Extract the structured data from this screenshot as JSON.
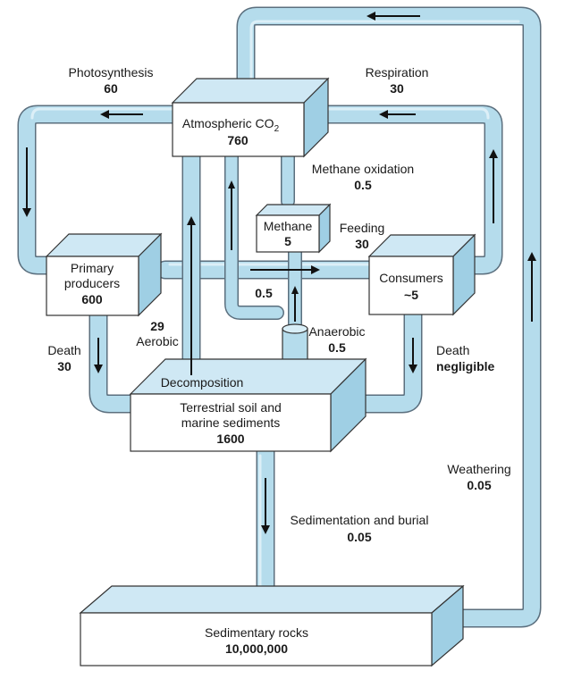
{
  "reservoirs": {
    "atmospheric_co2": {
      "label": "Atmospheric CO",
      "subscript": "2",
      "value": "760"
    },
    "primary_producers": {
      "line1": "Primary",
      "line2": "producers",
      "value": "600"
    },
    "consumers": {
      "label": "Consumers",
      "value": "~5"
    },
    "methane": {
      "label": "Methane",
      "value": "5"
    },
    "soil": {
      "line1": "Terrestrial soil and",
      "line2": "marine sediments",
      "value": "1600"
    },
    "sedimentary_rocks": {
      "label": "Sedimentary rocks",
      "value": "10,000,000"
    }
  },
  "fluxes": {
    "photosynthesis": {
      "label": "Photosynthesis",
      "value": "60"
    },
    "respiration": {
      "label": "Respiration",
      "value": "30"
    },
    "methane_oxidation": {
      "label": "Methane oxidation",
      "value": "0.5"
    },
    "feeding": {
      "label": "Feeding",
      "value": "30"
    },
    "aerobic": {
      "label": "Aerobic",
      "value": "29"
    },
    "flux_05": {
      "value": "0.5"
    },
    "anaerobic": {
      "label": "Anaerobic",
      "value": "0.5"
    },
    "death_producers": {
      "label": "Death",
      "value": "30"
    },
    "death_consumers": {
      "label": "Death",
      "value": "negligible"
    },
    "decomposition": {
      "label": "Decomposition"
    },
    "weathering": {
      "label": "Weathering",
      "value": "0.05"
    },
    "sedimentation": {
      "label": "Sedimentation and burial",
      "value": "0.05"
    }
  },
  "colors": {
    "pipe_fill": "#b5dcec",
    "pipe_outline": "#5b6f7e",
    "box_top": "#cfe8f4",
    "box_side": "#9fcfe4",
    "arrow": "#111111"
  }
}
